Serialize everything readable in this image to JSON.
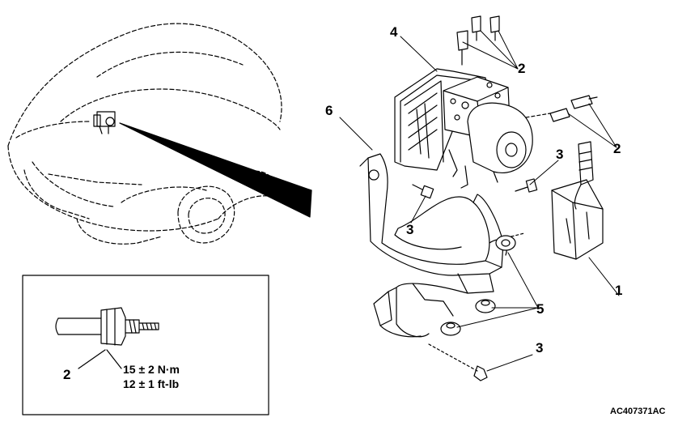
{
  "callouts": {
    "c1": "1",
    "c2_top": "2",
    "c2_right": "2",
    "c2_inset": "2",
    "c3_left": "3",
    "c3_right": "3",
    "c3_bottom": "3",
    "c4": "4",
    "c5": "5",
    "c6": "6"
  },
  "inset": {
    "torque_metric": "15 ± 2 N·m",
    "torque_imperial": "12 ± 1 ft-lb"
  },
  "figure_code": "AC407371AC"
}
